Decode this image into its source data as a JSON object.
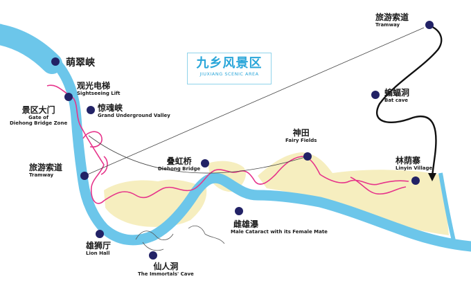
{
  "title": {
    "chinese": "九乡风景区",
    "english": "JIUXIANG SCENIC AREA"
  },
  "colors": {
    "river": "#6cc6ea",
    "land": "#f6eebf",
    "trail": "#e6338a",
    "cable": "#444444",
    "tramway_route": "#111111",
    "marker": "#222266"
  },
  "places": [
    {
      "id": "pengcui_gorge",
      "cn": "萌翠峡",
      "en": ""
    },
    {
      "id": "sightseeing_lift",
      "cn": "观光电梯",
      "en": "Sightseeing Lift"
    },
    {
      "id": "gate",
      "cn": "景区大门",
      "en": "Gate of",
      "en2": "Diehong Bridge Zone"
    },
    {
      "id": "grand_valley",
      "cn": "惊魂峡",
      "en": "Grand Underground Valley"
    },
    {
      "id": "tramway_left",
      "cn": "旅游索道",
      "en": "Tramway"
    },
    {
      "id": "diehong_bridge",
      "cn": "叠虹桥",
      "en": "Diehong Bridge"
    },
    {
      "id": "fairy_fields",
      "cn": "神田",
      "en": "Fairy Fields"
    },
    {
      "id": "male_cataract",
      "cn": "雌雄瀑",
      "en": "Male Cataract with its Female Mate"
    },
    {
      "id": "lion_hall",
      "cn": "雄狮厅",
      "en": "Lion Hall"
    },
    {
      "id": "immortals_cave",
      "cn": "仙人洞",
      "en": "The Immortals' Cave"
    },
    {
      "id": "tramway_right",
      "cn": "旅游索道",
      "en": "Tramway"
    },
    {
      "id": "bat_cave",
      "cn": "蝙蝠洞",
      "en": "Bat cave"
    },
    {
      "id": "linyin_village",
      "cn": "林荫寨",
      "en": "Linyin Village"
    }
  ]
}
